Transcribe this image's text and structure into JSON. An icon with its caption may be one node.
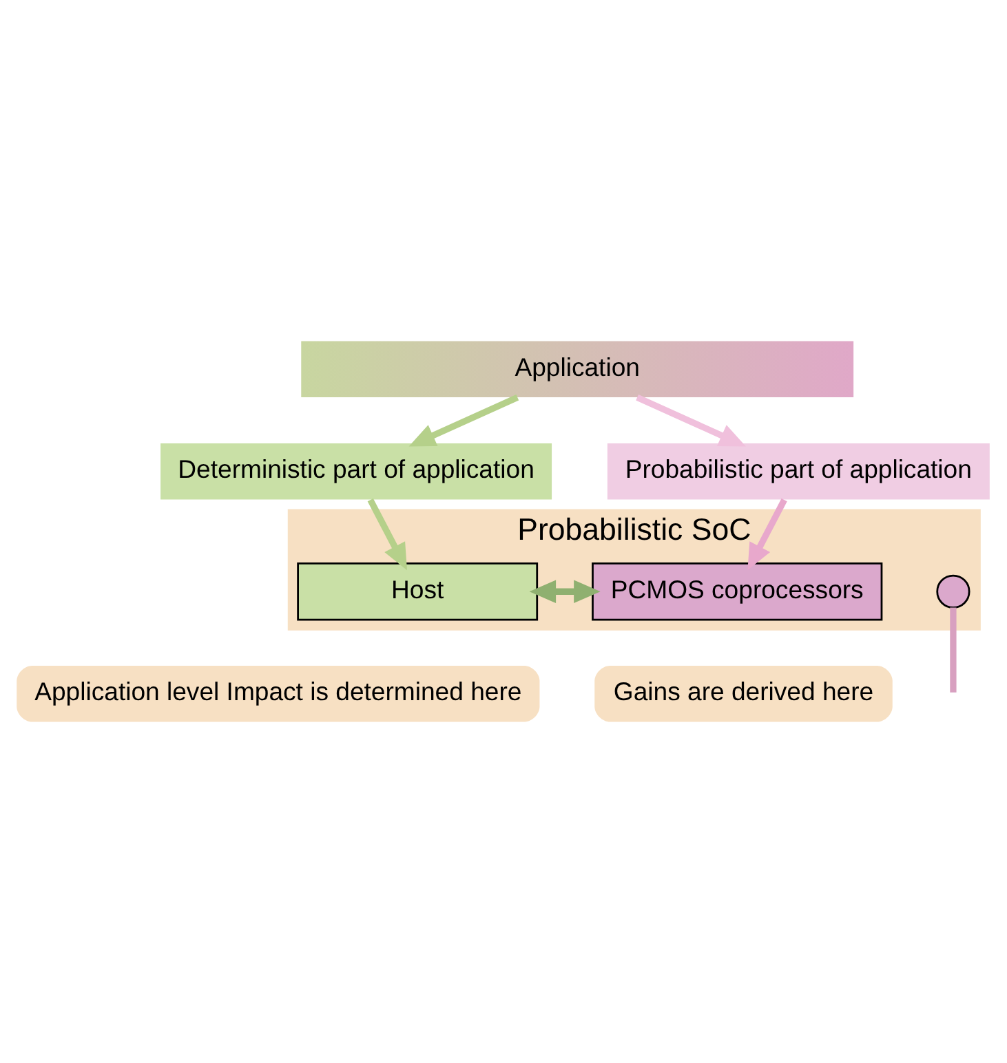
{
  "diagram": {
    "nodes": [
      {
        "text": [
          "Application"
        ]
      },
      {
        "text": [
          "Deterministic part of application"
        ]
      },
      {
        "text": [
          "Probabilistic part of application"
        ]
      },
      {
        "text": [
          "Probabilistic SoC"
        ]
      },
      {
        "text": [
          "Host"
        ],
        "in": 3
      },
      {
        "text": [
          "PCMOS coprocessors"
        ],
        "in": 3
      },
      {
        "text": [],
        "shape": "circle",
        "in": 3
      },
      {
        "text": [
          "Application level Impact is determined here"
        ]
      },
      {
        "text": [
          "Gains are derived here"
        ]
      }
    ],
    "edges": [
      {
        "from": 0,
        "to": 1,
        "arrow": "to"
      },
      {
        "from": 0,
        "to": 2,
        "arrow": "to"
      },
      {
        "from": 1,
        "to": 4,
        "arrow": "to"
      },
      {
        "from": 2,
        "to": 5,
        "arrow": "to"
      },
      {
        "from": 4,
        "to": 5,
        "arrow": "both"
      },
      {
        "from": 6,
        "to": null,
        "arrow": "none"
      }
    ]
  }
}
